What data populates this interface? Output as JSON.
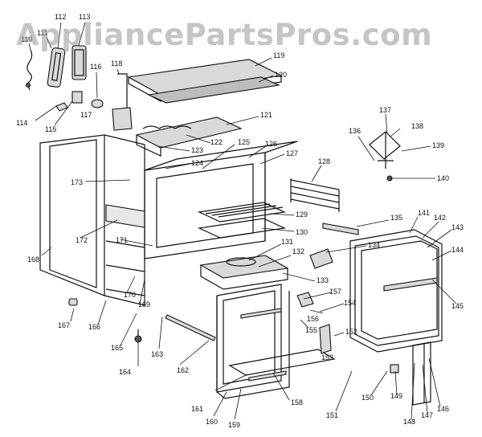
{
  "watermark": "AppliancePartsPros.com",
  "callouts": [
    {
      "id": "c110",
      "text": "110"
    },
    {
      "id": "c111",
      "text": "111"
    },
    {
      "id": "c112",
      "text": "112"
    },
    {
      "id": "c113",
      "text": "113"
    },
    {
      "id": "c114",
      "text": "114"
    },
    {
      "id": "c115",
      "text": "115"
    },
    {
      "id": "c116",
      "text": "116"
    },
    {
      "id": "c117",
      "text": "117"
    },
    {
      "id": "c118",
      "text": "118"
    },
    {
      "id": "c119",
      "text": "119"
    },
    {
      "id": "c120",
      "text": "120"
    },
    {
      "id": "c121",
      "text": "121"
    },
    {
      "id": "c122",
      "text": "122"
    },
    {
      "id": "c123",
      "text": "123"
    },
    {
      "id": "c124",
      "text": "124"
    },
    {
      "id": "c125",
      "text": "125"
    },
    {
      "id": "c126",
      "text": "126"
    },
    {
      "id": "c127",
      "text": "127"
    },
    {
      "id": "c128",
      "text": "128"
    },
    {
      "id": "c129",
      "text": "129"
    },
    {
      "id": "c130",
      "text": "130"
    },
    {
      "id": "c131",
      "text": "131"
    },
    {
      "id": "c132",
      "text": "132"
    },
    {
      "id": "c133",
      "text": "133"
    },
    {
      "id": "c134",
      "text": "134"
    },
    {
      "id": "c135",
      "text": "135"
    },
    {
      "id": "c136",
      "text": "136"
    },
    {
      "id": "c137",
      "text": "137"
    },
    {
      "id": "c138",
      "text": "138"
    },
    {
      "id": "c139",
      "text": "139"
    },
    {
      "id": "c140",
      "text": "140"
    },
    {
      "id": "c141",
      "text": "141"
    },
    {
      "id": "c142",
      "text": "142"
    },
    {
      "id": "c143",
      "text": "143"
    },
    {
      "id": "c144",
      "text": "144"
    },
    {
      "id": "c145",
      "text": "145"
    },
    {
      "id": "c146",
      "text": "146"
    },
    {
      "id": "c147",
      "text": "147"
    },
    {
      "id": "c148",
      "text": "148"
    },
    {
      "id": "c149",
      "text": "149"
    },
    {
      "id": "c150",
      "text": "150"
    },
    {
      "id": "c151",
      "text": "151"
    },
    {
      "id": "c152",
      "text": "152"
    },
    {
      "id": "c153",
      "text": "153"
    },
    {
      "id": "c154",
      "text": "154"
    },
    {
      "id": "c155",
      "text": "155"
    },
    {
      "id": "c156",
      "text": "156"
    },
    {
      "id": "c157",
      "text": "157"
    },
    {
      "id": "c158",
      "text": "158"
    },
    {
      "id": "c159",
      "text": "159"
    },
    {
      "id": "c160",
      "text": "160"
    },
    {
      "id": "c161",
      "text": "161"
    },
    {
      "id": "c162",
      "text": "162"
    },
    {
      "id": "c163",
      "text": "163"
    },
    {
      "id": "c164",
      "text": "164"
    },
    {
      "id": "c165",
      "text": "165"
    },
    {
      "id": "c166",
      "text": "166"
    },
    {
      "id": "c167",
      "text": "167"
    },
    {
      "id": "c168",
      "text": "168"
    },
    {
      "id": "c169",
      "text": "169"
    },
    {
      "id": "c170",
      "text": "170"
    },
    {
      "id": "c171",
      "text": "171"
    },
    {
      "id": "c172",
      "text": "172"
    },
    {
      "id": "c173",
      "text": "173"
    }
  ]
}
